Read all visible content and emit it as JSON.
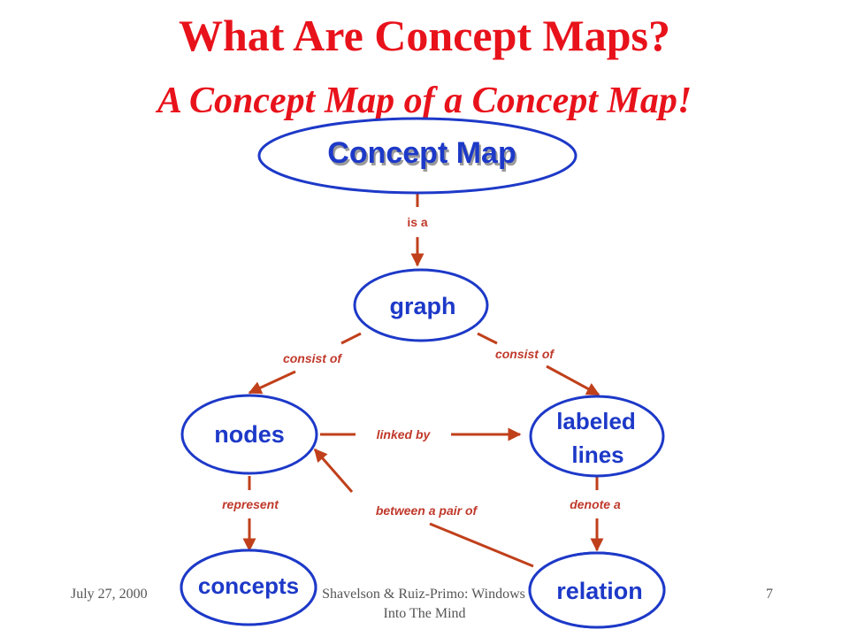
{
  "title": "What Are Concept Maps?",
  "subtitle": "A Concept Map of a Concept Map!",
  "nodes": {
    "concept_map": "Concept Map",
    "graph": "graph",
    "nodes": "nodes",
    "labeled_lines_1": "labeled",
    "labeled_lines_2": "lines",
    "concepts": "concepts",
    "relation": "relation"
  },
  "links": {
    "is_a": "is a",
    "consist_of_left": "consist of",
    "consist_of_right": "consist of",
    "linked_by": "linked by",
    "represent": "represent",
    "between_a_pair_of": "between a pair of",
    "denote_a": "denote a"
  },
  "footer": {
    "date": "July 27, 2000",
    "credit_line1": "Shavelson & Ruiz-Primo: Windows",
    "credit_line2": "Into The Mind",
    "page": "7"
  },
  "colors": {
    "title": "#e8121b",
    "node_fill": "#ffffff",
    "node_stroke": "#1d39c8",
    "node_text": "#1d39c8",
    "arrow": "#c0401b",
    "link_text": "#c0392b"
  }
}
